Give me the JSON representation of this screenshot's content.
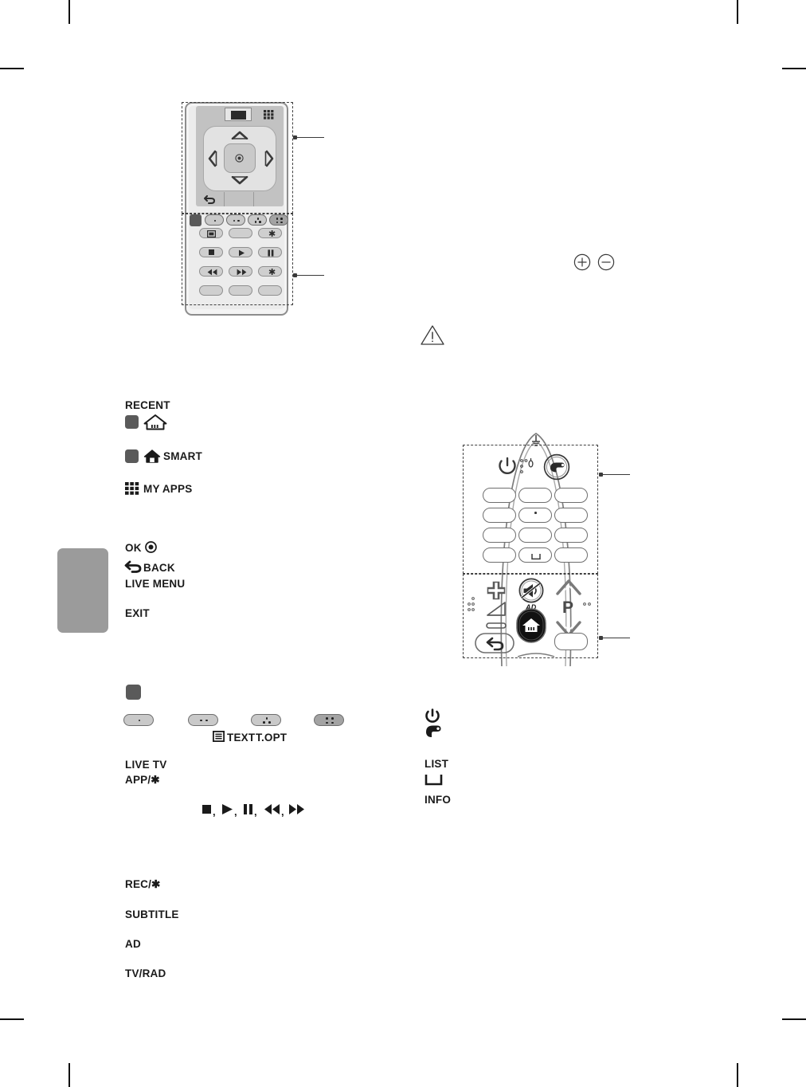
{
  "page": {
    "background_color": "#ffffff",
    "tab_color": "#9b9b9b",
    "ink_color": "#1a1a1a"
  },
  "figures": {
    "remote_standard": {
      "name": "standard-remote-control",
      "callouts": [
        {
          "id": "callout-upper",
          "target": "navigation-pad-area"
        },
        {
          "id": "callout-lower",
          "target": "media-keys-area"
        }
      ]
    },
    "remote_magic": {
      "name": "magic-remote-control",
      "callouts": [
        {
          "id": "callout-upper",
          "target": "power-and-number-keys-area"
        },
        {
          "id": "callout-lower",
          "target": "volume-channel-area"
        }
      ]
    }
  },
  "left_column": {
    "group_home": [
      {
        "id": "recent",
        "label": "RECENT",
        "icons": []
      },
      {
        "id": "recent-keys",
        "label": "",
        "icons": [
          "square-button-icon",
          "home-recent-icon"
        ]
      },
      {
        "id": "smart",
        "label": "SMART",
        "icons": [
          "square-button-icon",
          "home-icon"
        ]
      },
      {
        "id": "my-apps",
        "label": "MY APPS",
        "icons": [
          "grid-apps-icon"
        ]
      }
    ],
    "group_nav": [
      {
        "id": "ok",
        "label": "OK",
        "icons": [
          "ok-target-icon"
        ]
      },
      {
        "id": "back",
        "label": "BACK",
        "icons": [
          "back-arrow-icon"
        ]
      },
      {
        "id": "live-menu",
        "label": "LIVE MENU",
        "icons": []
      },
      {
        "id": "exit",
        "label": "EXIT",
        "icons": []
      }
    ],
    "group_colour": {
      "swatch": "square-button-icon",
      "buttons": [
        {
          "id": "colour-1",
          "dots": 1,
          "shade": "light"
        },
        {
          "id": "colour-2",
          "dots": 2,
          "shade": "light"
        },
        {
          "id": "colour-3",
          "dots": 3,
          "shade": "light"
        },
        {
          "id": "colour-4",
          "dots": 4,
          "shade": "dark"
        }
      ],
      "text_label": "TEXT",
      "topt_label": "T.OPT",
      "text_icon": "teletext-icon"
    },
    "group_media": [
      {
        "id": "live-tv",
        "label": "LIVE TV"
      },
      {
        "id": "app-star",
        "label": "APP/✱"
      }
    ],
    "media_symbols": "■, ▶, ⏸, ⏪, ⏩",
    "group_bottom": [
      {
        "id": "rec",
        "label": "REC/✱"
      },
      {
        "id": "subtitle",
        "label": "SUBTITLE"
      },
      {
        "id": "ad",
        "label": "AD"
      },
      {
        "id": "tv-rad",
        "label": "TV/RAD"
      }
    ]
  },
  "right_column": {
    "top_symbols": [
      {
        "id": "plus-circle",
        "icon": "plus-in-circle-icon"
      },
      {
        "id": "minus-circle",
        "icon": "minus-in-circle-icon"
      }
    ],
    "warning": {
      "id": "warning",
      "icon": "warning-triangle-icon"
    },
    "group_power": [
      {
        "id": "power",
        "icon": "power-icon"
      },
      {
        "id": "input",
        "icon": "input-source-icon"
      }
    ],
    "group_list": [
      {
        "id": "list",
        "label": "LIST",
        "icon": ""
      },
      {
        "id": "guide-key",
        "label": "",
        "icon": "bracket-key-icon"
      },
      {
        "id": "info",
        "label": "INFO",
        "icon": ""
      }
    ]
  }
}
